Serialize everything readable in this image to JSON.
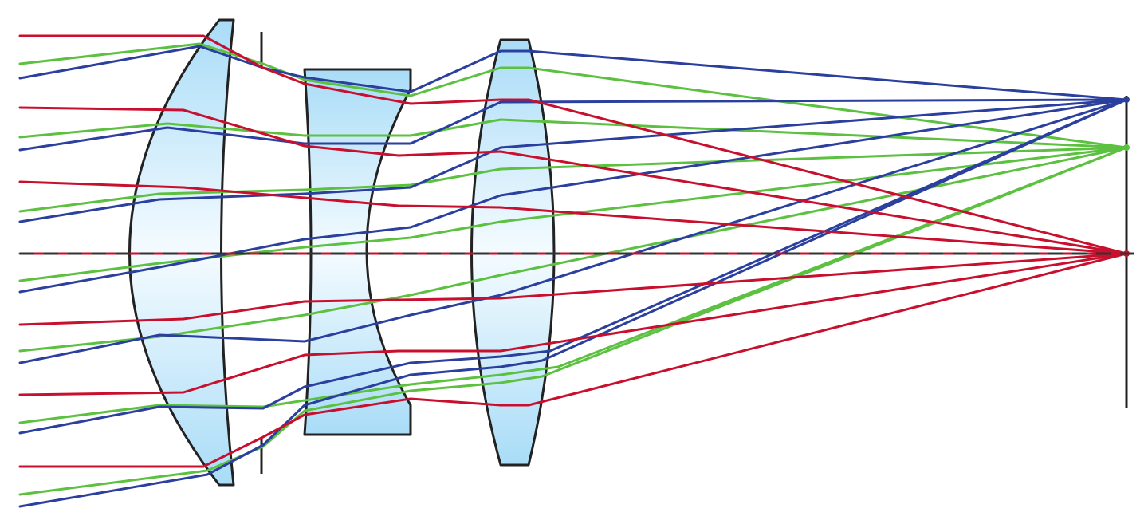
{
  "diagram": {
    "kind": "optical-ray-diagram",
    "elements": [
      "positive-meniscus-lens",
      "aperture-stop",
      "negative-lens",
      "biconvex-lens",
      "image-plane"
    ],
    "optical_axis": "dashed",
    "colors": {
      "red": "#c8102e",
      "green": "#5cc040",
      "blue": "#2b3f9e",
      "lens_fill": "#a9dcf7",
      "outline": "#222222"
    },
    "ray_bundles": [
      {
        "color": "red",
        "field": "on-axis",
        "count": 7
      },
      {
        "color": "green",
        "field": "intermediate",
        "count": 7
      },
      {
        "color": "blue",
        "field": "full-field",
        "count": 7
      }
    ]
  }
}
